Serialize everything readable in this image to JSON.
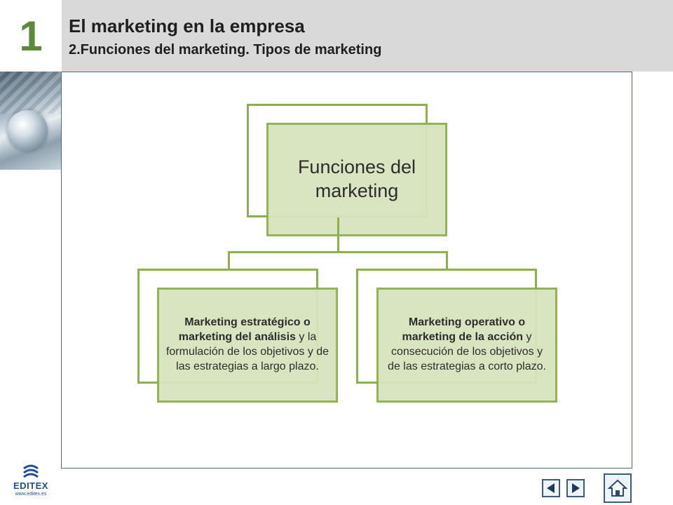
{
  "header": {
    "chapter_number": "1",
    "title": "El marketing en la empresa",
    "subtitle": "2.Funciones del marketing. Tipos de marketing"
  },
  "diagram": {
    "root": {
      "label": "Funciones del marketing"
    },
    "children": [
      {
        "bold": "Marketing estratégico o marketing del análisis",
        "rest": " y la formulación de los objetivos y de las estrategias a largo plazo."
      },
      {
        "bold": "Marketing operativo o marketing de la acción",
        "rest": " y consecución de los objetivos y de las estrategias a corto plazo."
      }
    ]
  },
  "footer": {
    "logo_name": "EDITEX",
    "logo_url": "www.editex.es",
    "prev_icon": "triangle-left-icon",
    "next_icon": "triangle-right-icon",
    "home_icon": "home-icon"
  },
  "colors": {
    "accent_green": "#8db04e",
    "box_fill": "#d7e4bd",
    "nav_blue": "#3d5a80",
    "chapter_green": "#5a8a3a"
  }
}
